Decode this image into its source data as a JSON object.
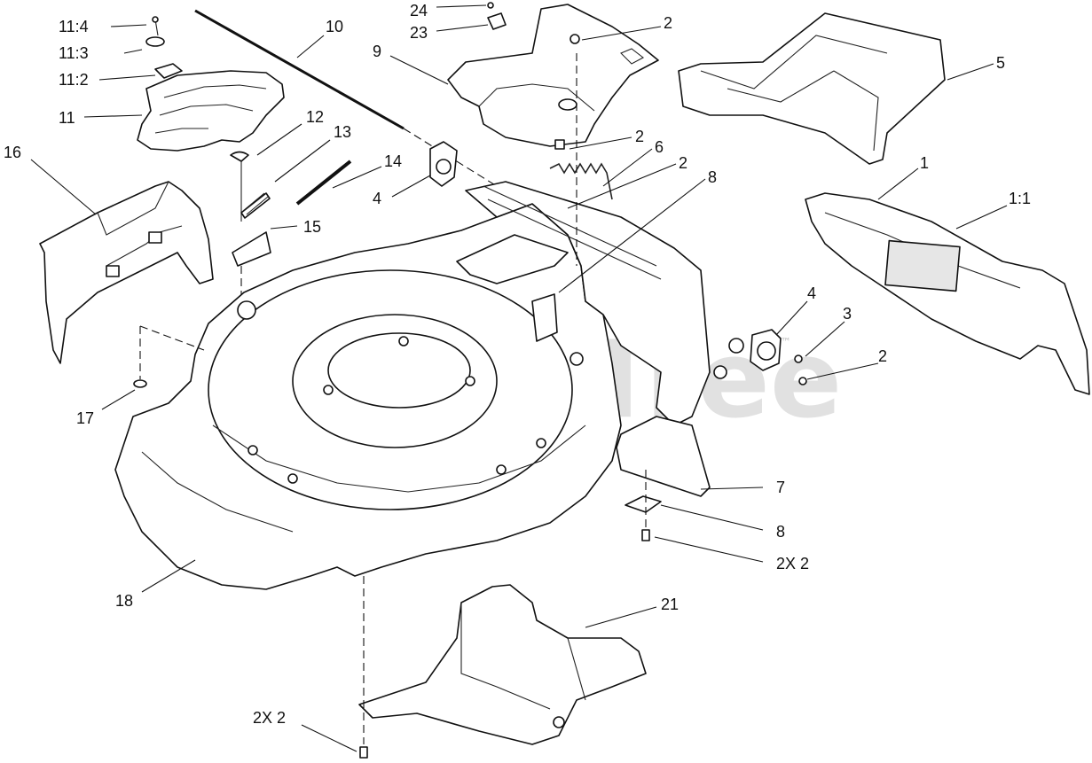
{
  "watermark": {
    "text": "PartsTree",
    "mark": "™"
  },
  "callouts": [
    {
      "id": "c-11-4",
      "text": "11:4"
    },
    {
      "id": "c-11-3",
      "text": "11:3"
    },
    {
      "id": "c-11-2",
      "text": "11:2"
    },
    {
      "id": "c-11",
      "text": "11"
    },
    {
      "id": "c-16",
      "text": "16"
    },
    {
      "id": "c-10",
      "text": "10"
    },
    {
      "id": "c-12",
      "text": "12"
    },
    {
      "id": "c-13",
      "text": "13"
    },
    {
      "id": "c-14",
      "text": "14"
    },
    {
      "id": "c-15",
      "text": "15"
    },
    {
      "id": "c-4a",
      "text": "4"
    },
    {
      "id": "c-24",
      "text": "24"
    },
    {
      "id": "c-23",
      "text": "23"
    },
    {
      "id": "c-9",
      "text": "9"
    },
    {
      "id": "c-2a",
      "text": "2"
    },
    {
      "id": "c-2b",
      "text": "2"
    },
    {
      "id": "c-6",
      "text": "6"
    },
    {
      "id": "c-2c",
      "text": "2"
    },
    {
      "id": "c-8a",
      "text": "8"
    },
    {
      "id": "c-5",
      "text": "5"
    },
    {
      "id": "c-1",
      "text": "1"
    },
    {
      "id": "c-1-1",
      "text": "1:1"
    },
    {
      "id": "c-4b",
      "text": "4"
    },
    {
      "id": "c-3",
      "text": "3"
    },
    {
      "id": "c-2d",
      "text": "2"
    },
    {
      "id": "c-17",
      "text": "17"
    },
    {
      "id": "c-7",
      "text": "7"
    },
    {
      "id": "c-8b",
      "text": "8"
    },
    {
      "id": "c-2x2a",
      "text": "2X 2"
    },
    {
      "id": "c-18",
      "text": "18"
    },
    {
      "id": "c-21",
      "text": "21"
    },
    {
      "id": "c-2x2b",
      "text": "2X 2"
    }
  ]
}
